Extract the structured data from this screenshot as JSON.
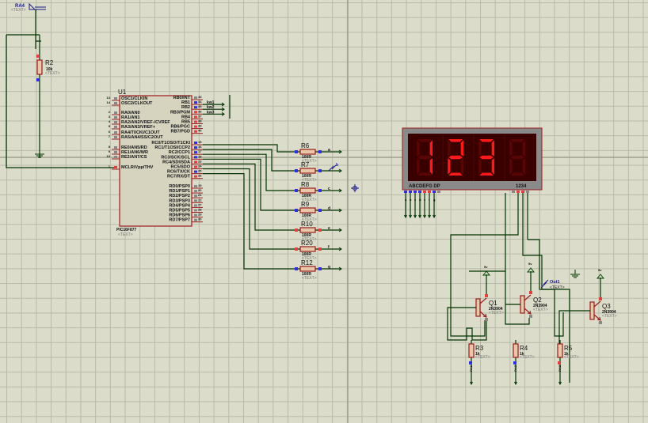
{
  "schematic": {
    "title": "Proteus ISIS schematic - PIC16F877 driving 4-digit 7-segment display",
    "input_label": "RA4",
    "text_placeholder": "<TEXT>",
    "mcu": {
      "ref": "U1",
      "part": "PIC16F877",
      "left_pins": [
        {
          "num": "13",
          "name": "OSC1/CLKIN"
        },
        {
          "num": "14",
          "name": "OSC2/CLKOUT"
        },
        {
          "num": "2",
          "name": "RA0/AN0"
        },
        {
          "num": "3",
          "name": "RA1/AN1"
        },
        {
          "num": "4",
          "name": "RA2/AN2/VREF-/CVREF"
        },
        {
          "num": "5",
          "name": "RA3/AN3/VREF+"
        },
        {
          "num": "6",
          "name": "RA4/T0CKI/C1OUT"
        },
        {
          "num": "7",
          "name": "RA5/AN4/SS/C2OUT"
        },
        {
          "num": "8",
          "name": "RE0/AN5/RD"
        },
        {
          "num": "9",
          "name": "RE1/AN6/WR"
        },
        {
          "num": "10",
          "name": "RE2/AN7/CS"
        },
        {
          "num": "1",
          "name": "MCLR/Vpp/THV"
        }
      ],
      "right_pins": [
        {
          "num": "33",
          "name": "RB0/INT"
        },
        {
          "num": "34",
          "name": "RB1"
        },
        {
          "num": "35",
          "name": "RB2"
        },
        {
          "num": "36",
          "name": "RB3/PGM"
        },
        {
          "num": "37",
          "name": "RB4"
        },
        {
          "num": "38",
          "name": "RB5"
        },
        {
          "num": "39",
          "name": "RB6/PGC"
        },
        {
          "num": "40",
          "name": "RB7/PGD"
        },
        {
          "num": "15",
          "name": "RC0/T1OSO/T1CKI"
        },
        {
          "num": "16",
          "name": "RC1/T1OSI/CCP2"
        },
        {
          "num": "17",
          "name": "RC2/CCP1"
        },
        {
          "num": "18",
          "name": "RC3/SCK/SCL"
        },
        {
          "num": "23",
          "name": "RC4/SDI/SDA"
        },
        {
          "num": "24",
          "name": "RC5/SDO"
        },
        {
          "num": "25",
          "name": "RC6/TX/CK"
        },
        {
          "num": "26",
          "name": "RC7/RX/DT"
        },
        {
          "num": "19",
          "name": "RD0/PSP0"
        },
        {
          "num": "20",
          "name": "RD1/PSP1"
        },
        {
          "num": "21",
          "name": "RD2/PSP2"
        },
        {
          "num": "22",
          "name": "RD3/PSP3"
        },
        {
          "num": "27",
          "name": "RD4/PSP4"
        },
        {
          "num": "28",
          "name": "RD5/PSP5"
        },
        {
          "num": "29",
          "name": "RD6/PSP6"
        },
        {
          "num": "30",
          "name": "RD7/PSP7"
        }
      ],
      "rb_net_labels": [
        "kw1",
        "kw2",
        "kw3"
      ]
    },
    "pullup": {
      "ref": "R2",
      "value": "10k"
    },
    "segment_resistors": [
      {
        "ref": "R6",
        "value": "100R",
        "net": "a"
      },
      {
        "ref": "R7",
        "value": "100R",
        "net": "b"
      },
      {
        "ref": "R8",
        "value": "100R",
        "net": "c"
      },
      {
        "ref": "R9",
        "value": "100R",
        "net": "d"
      },
      {
        "ref": "R10",
        "value": "100R",
        "net": "e"
      },
      {
        "ref": "R20",
        "value": "100R",
        "net": "f"
      },
      {
        "ref": "R12",
        "value": "100R",
        "net": "g"
      }
    ],
    "display": {
      "digits": [
        "",
        "1",
        "2",
        "3",
        ""
      ],
      "segment_label": "ABCDEFG DP",
      "common_label": "1234",
      "segment_nets": [
        "a",
        "b",
        "c",
        "d",
        "e",
        "f",
        "g"
      ],
      "color_on": "#ff1a1a",
      "color_off": "#5a0505"
    },
    "transistors": [
      {
        "ref": "Q1",
        "part": "2N3904",
        "supply": "5v"
      },
      {
        "ref": "Q2",
        "part": "2N3904",
        "supply": "5v"
      },
      {
        "ref": "Q3",
        "part": "2N3904",
        "supply": "5v"
      }
    ],
    "base_resistors": [
      {
        "ref": "R3",
        "value": "1k",
        "net": "RA1"
      },
      {
        "ref": "R4",
        "value": "1k",
        "net": "RA2"
      },
      {
        "ref": "R5",
        "value": "1k",
        "net": "RA3"
      }
    ],
    "probe": {
      "label": "Out1",
      "state": "<TEXT>"
    }
  }
}
